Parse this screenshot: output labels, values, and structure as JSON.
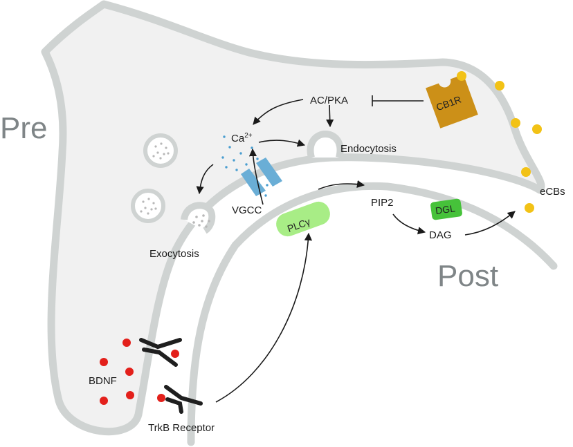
{
  "labels": {
    "pre": "Pre",
    "post": "Post",
    "ac_pka": "AC/PKA",
    "ca_base": "Ca",
    "ca_sup": "2+",
    "endocytosis": "Endocytosis",
    "exocytosis": "Exocytosis",
    "vgcc": "VGCC",
    "plcy": "PLCγ",
    "pip2": "PIP2",
    "dag": "DAG",
    "dgl": "DGL",
    "cb1r": "CB1R",
    "ecbs": "eCBs",
    "bdnf": "BDNF",
    "trkb": "TrkB Receptor"
  },
  "colors": {
    "membrane": "#cfd3d2",
    "cytoplasm": "#f1f1f1",
    "arrow": "#1a1a1a",
    "cb1r": "#cc9018",
    "ecb_dot": "#f2c216",
    "plcy": "#a8ed86",
    "dgl": "#46c23a",
    "vgcc": "#6aaed6",
    "bdnf_dot": "#e3201b",
    "receptor": "#1f1f1f",
    "vesicle_dot": "#b8b8b8",
    "ca_dot": "#4a9ed0"
  }
}
